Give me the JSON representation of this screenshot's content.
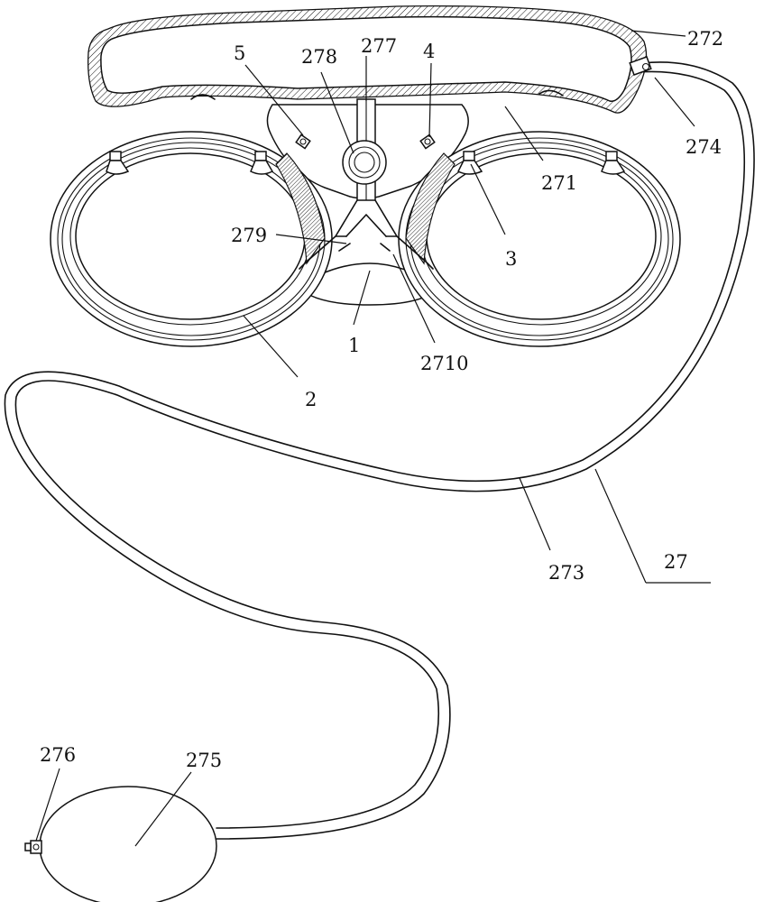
{
  "labels": {
    "l272": "272",
    "l277": "277",
    "l278": "278",
    "l5": "5",
    "l4": "4",
    "l274": "274",
    "l271": "271",
    "l279": "279",
    "l3": "3",
    "l1": "1",
    "l2710": "2710",
    "l2": "2",
    "l273": "273",
    "l27": "27",
    "l276": "276",
    "l275": "275"
  },
  "colors": {
    "line": "#111111",
    "background": "#ffffff"
  }
}
